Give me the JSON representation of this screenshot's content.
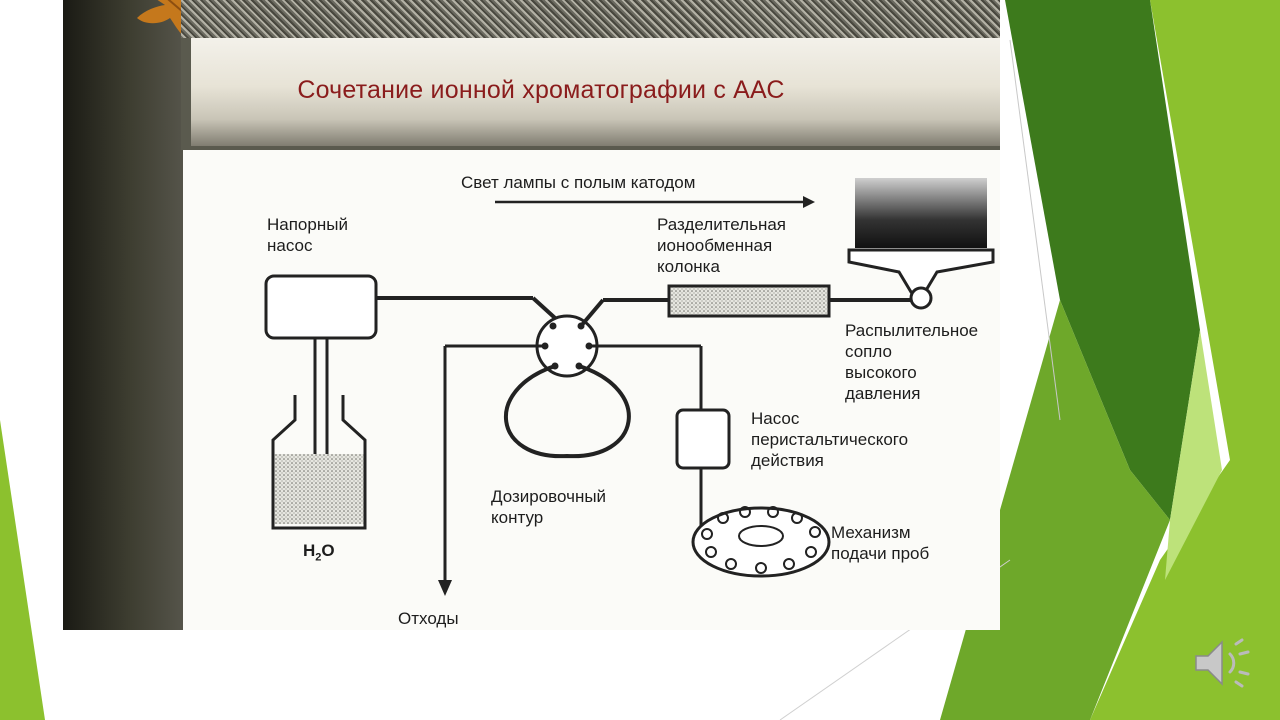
{
  "slide": {
    "title": "Сочетание ионной хроматографии с ААС"
  },
  "diagram": {
    "light_label": "Свет лампы с полым катодом",
    "pump_label": [
      "Напорный",
      "насос"
    ],
    "column_label": [
      "Разделительная",
      "ионообменная",
      "колонка"
    ],
    "nozzle_label": [
      "Распылительное",
      "сопло",
      "высокого",
      "давления"
    ],
    "peristaltic_label": [
      "Насос",
      "перистальтического",
      "действия"
    ],
    "loop_label": [
      "Дозировочный",
      "контур"
    ],
    "sampler_label": [
      "Механизм",
      "подачи проб"
    ],
    "water_label": "H",
    "water_sub": "2",
    "water_tail": "O",
    "waste_label": "Отходы"
  },
  "colors": {
    "bright_green": "#8cc12e",
    "dark_green": "#3d7a1c",
    "light_green": "#bde27a",
    "title_red": "#8a1c1c"
  },
  "icons": {
    "audio": "speaker-icon",
    "leaf": "autumn-leaf-icon"
  }
}
